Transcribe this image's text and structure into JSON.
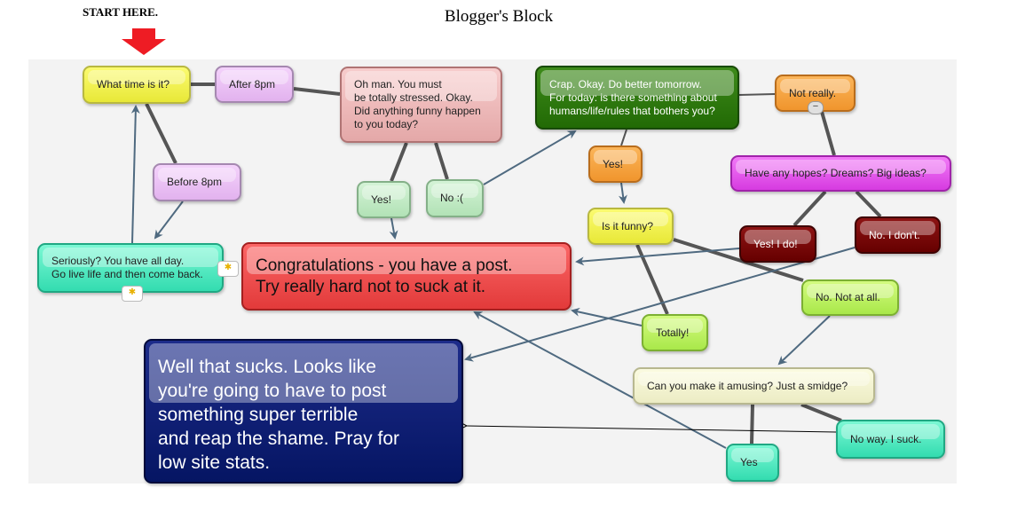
{
  "title": "Blogger's Block",
  "start_label": "START HERE.",
  "nodes": {
    "what_time": "What time is it?",
    "after_8pm": "After 8pm",
    "oh_man": "Oh man.  You must\nbe totally stressed.  Okay.\nDid anything funny happen\nto you today?",
    "crap": "Crap.  Okay.  Do better tomorrow.\nFor today: is there something about\nhumans/life/rules that bothers you?",
    "not_really": "Not really.",
    "yes_funny": "Yes!",
    "no_sad": "No :(",
    "yes_bothers": "Yes!",
    "before_8pm": "Before 8pm",
    "hopes": "Have any hopes? Dreams? Big ideas?",
    "is_funny": "Is it funny?",
    "yes_i_do": "Yes! I do!",
    "no_i_dont": "No.  I don't.",
    "seriously": "Seriously?  You have all day.\nGo live life and then come back.",
    "congrats": "Congratulations - you have a post.\nTry really hard not to suck at it.",
    "not_at_all": "No. Not at all.",
    "totally": "Totally!",
    "sucks": "Well that sucks.  Looks like\nyou're going to have to post\nsomething super terrible\nand reap the shame.  Pray for\nlow site stats.",
    "amusing": "Can you make it amusing? Just a smidge?",
    "no_way": "No way.  I suck.",
    "yes_amusing": "Yes"
  },
  "colors": {
    "arrow": "#4f6a80",
    "connector": "#555555",
    "start_arrow": "#ee1c24"
  }
}
